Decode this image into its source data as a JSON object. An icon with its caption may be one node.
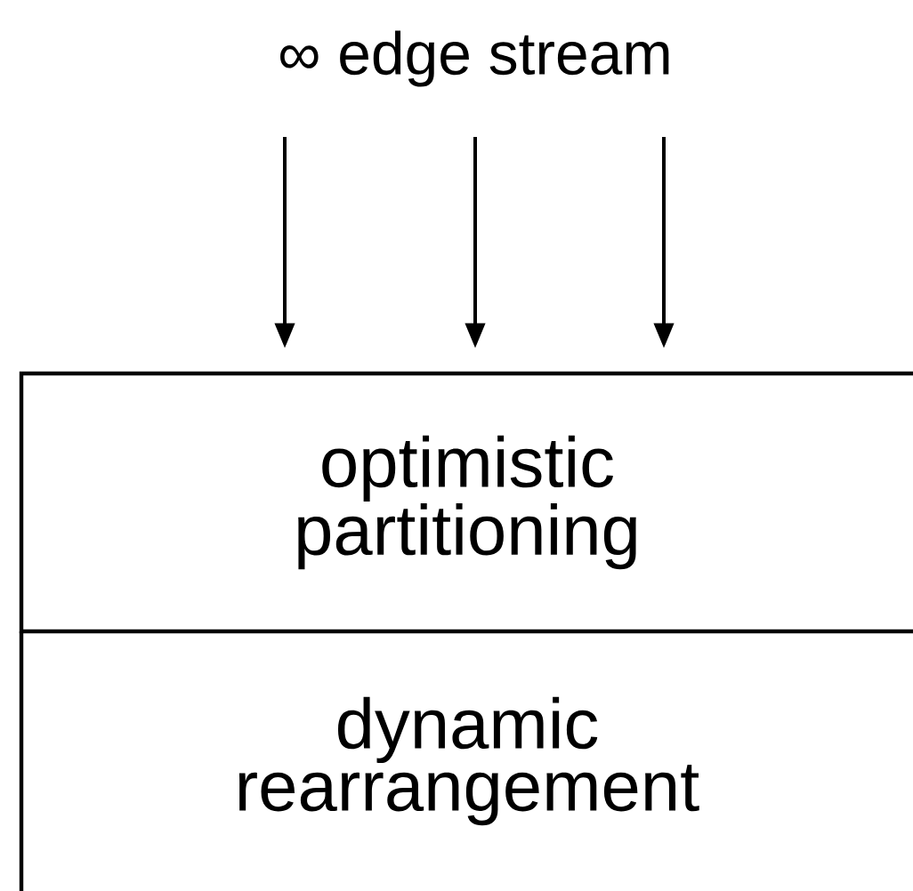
{
  "diagram": {
    "nodes": [
      {
        "text": [
          "∞ edge stream"
        ]
      },
      {
        "text": [
          "optimistic partitioning"
        ]
      },
      {
        "text": [
          "dynamic rearrangement"
        ]
      }
    ],
    "edges": [
      {
        "from": 0,
        "to": 1,
        "arrow": "to"
      },
      {
        "from": 0,
        "to": 1,
        "arrow": "to"
      },
      {
        "from": 0,
        "to": 1,
        "arrow": "to"
      }
    ]
  }
}
